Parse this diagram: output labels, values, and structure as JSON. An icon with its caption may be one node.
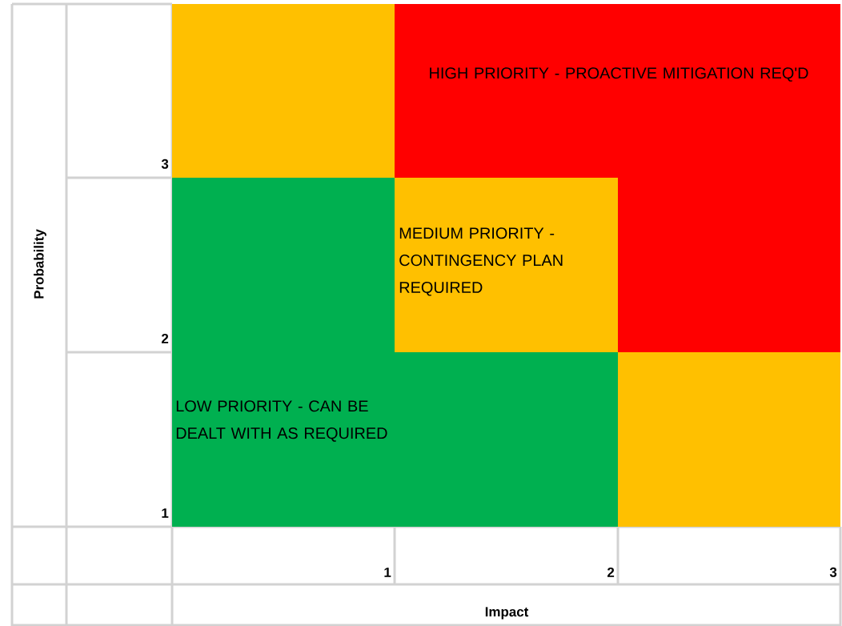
{
  "diagram": {
    "nodes": [
      {
        "text": [],
        "shape": "box"
      },
      {
        "text": [
          "HIGH PRIORITY - PROACTIVE MITIGATION REQ'D"
        ]
      },
      {
        "text": [
          "MEDIUM PRIORITY - CONTINGENCY PLAN REQUIRED"
        ]
      },
      {
        "text": [
          "LOW PRIORITY - CAN BE DEALT WITH AS REQUIRED"
        ]
      },
      {
        "text": [],
        "shape": "box"
      }
    ],
    "labels": [
      "Probability",
      "3",
      "2",
      "1",
      "1",
      "2",
      "3",
      "Impact"
    ]
  }
}
